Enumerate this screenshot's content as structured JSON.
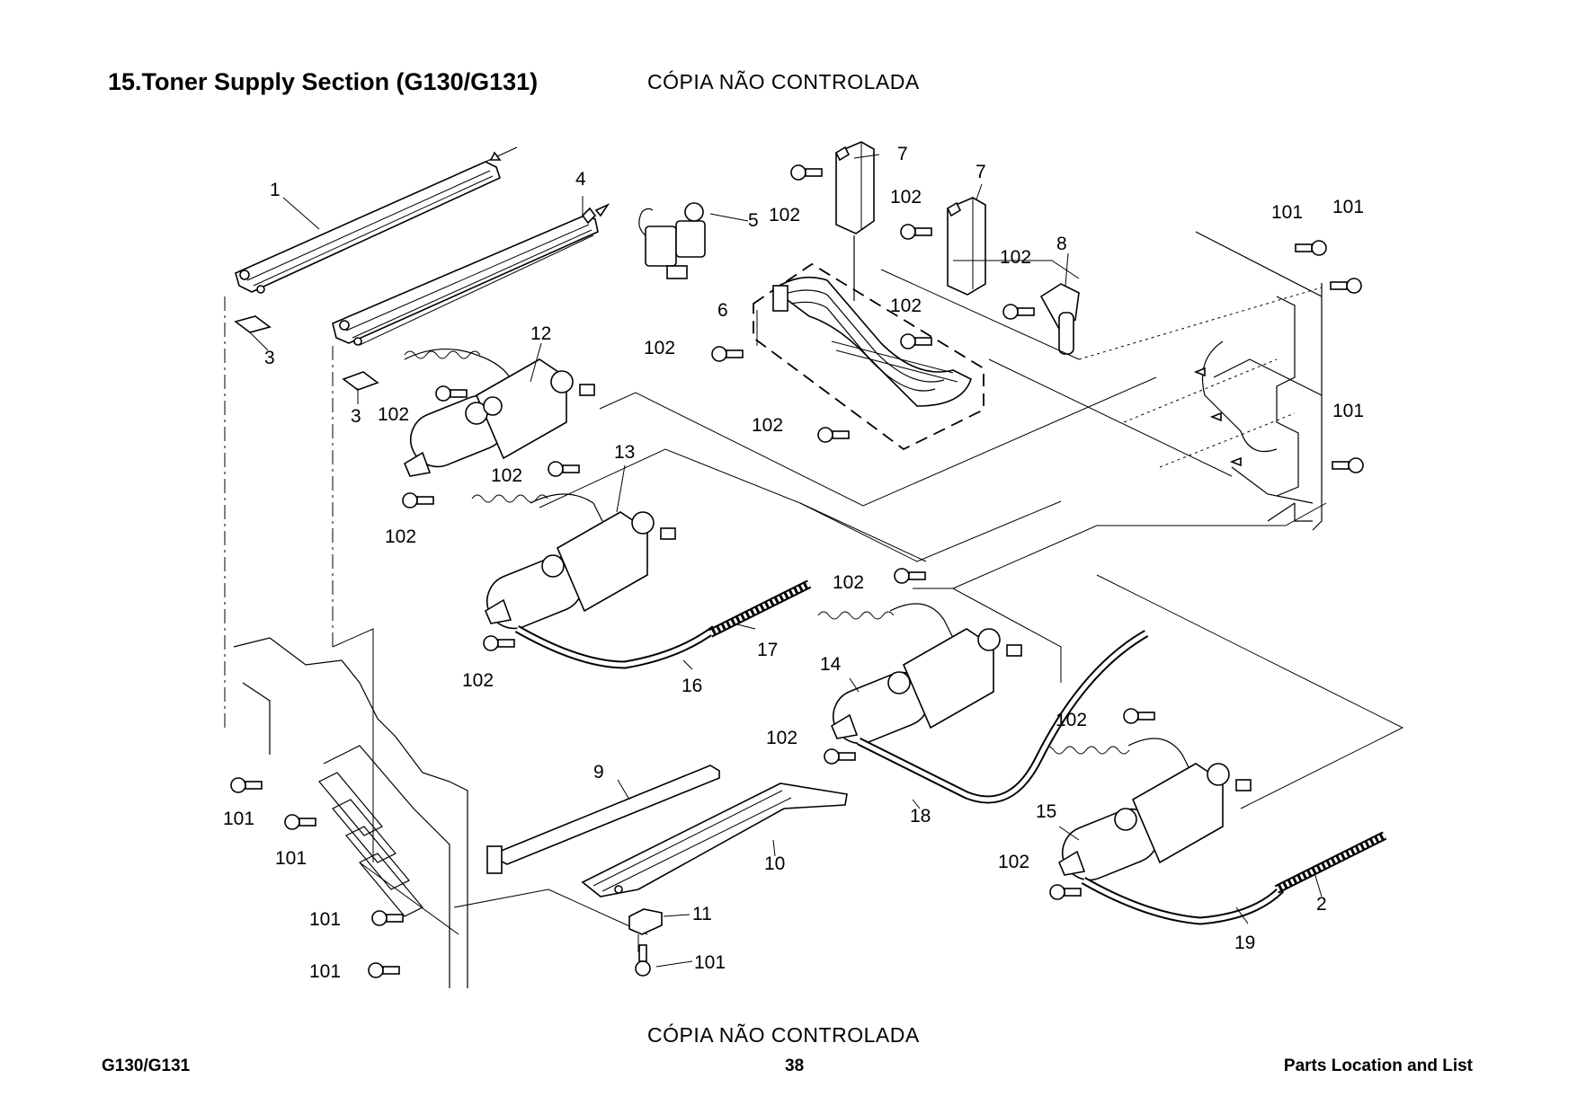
{
  "header": {
    "title": "15.Toner Supply Section (G130/G131)",
    "watermark": "CÓPIA NÃO CONTROLADA"
  },
  "footer": {
    "model": "G130/G131",
    "page": "38",
    "section": "Parts Location and List",
    "watermark": "CÓPIA NÃO CONTROLADA"
  },
  "callouts": {
    "c1": "1",
    "c2": "2",
    "c3a": "3",
    "c3b": "3",
    "c4": "4",
    "c5": "5",
    "c6": "6",
    "c7a": "7",
    "c7b": "7",
    "c8": "8",
    "c9": "9",
    "c10": "10",
    "c11": "11",
    "c12": "12",
    "c13": "13",
    "c14": "14",
    "c15": "15",
    "c16": "16",
    "c17": "17",
    "c18": "18",
    "c19": "19",
    "s101": "101",
    "s102": "102"
  }
}
